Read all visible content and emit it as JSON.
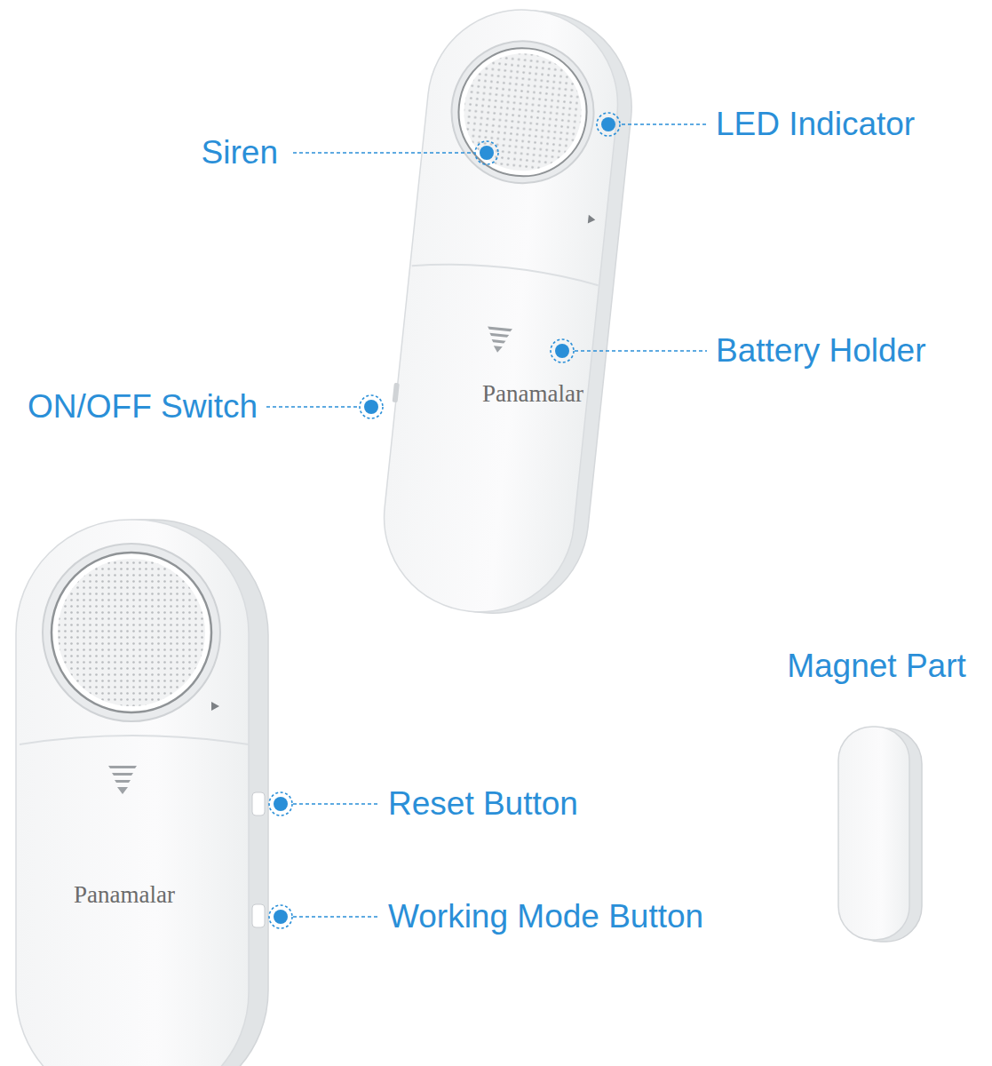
{
  "diagram": {
    "labels": [
      "LED Indicator",
      "Siren",
      "Battery Holder",
      "ON/OFF Switch",
      "Panamalar",
      "Magnet Part",
      "Reset Button",
      "Panamalar",
      "Working Mode Button"
    ]
  }
}
